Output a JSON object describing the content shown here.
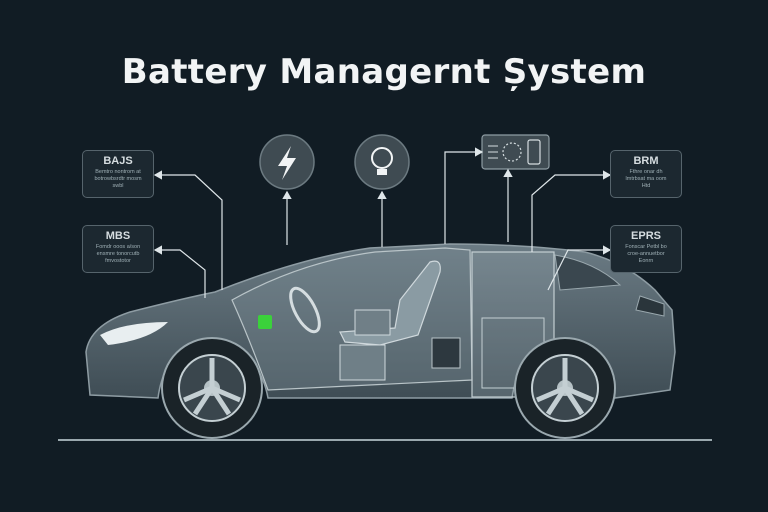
{
  "title": "Battery Managernt Șystem",
  "callouts": {
    "bajs": {
      "label": "BAJS",
      "text": "Bemtro nontrom at\nbotrowbsrdtr mosm\nswbl"
    },
    "mbs": {
      "label": "MBS",
      "text": "Fomdr ooos a/son\nensmre tonorcutb\nfmvostotor"
    },
    "brm": {
      "label": "BRM",
      "text": "Fthre onar dh\nlmtrbsat ma oom\nHtd"
    },
    "eprs": {
      "label": "EPRS",
      "text": "Fonscar Petbl bo\ncroe-annuetbor\nEonrn"
    }
  },
  "icons": [
    "lightning-bolt",
    "lightbulb",
    "dashboard-display"
  ],
  "colors": {
    "background": "#111c24",
    "car_body": "#5a6a73",
    "accent_green": "#3bd13b"
  }
}
